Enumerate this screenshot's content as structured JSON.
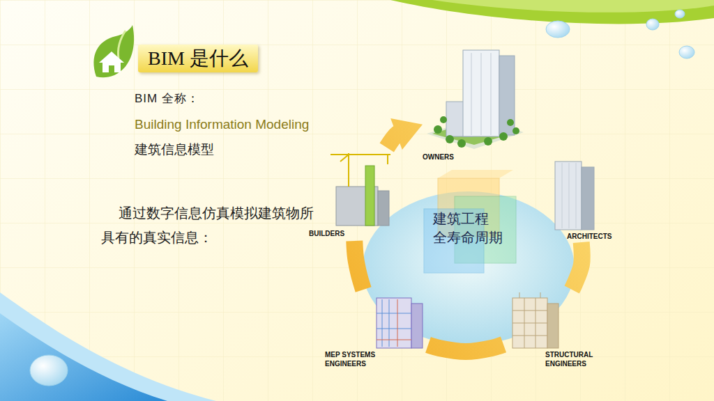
{
  "diagram": {
    "title": "BIM 是什么",
    "nodes": [
      {
        "text": [
          "OWNERS"
        ]
      },
      {
        "text": [
          "BUILDERS"
        ]
      },
      {
        "text": [
          "建筑工程 全寿命周期"
        ]
      },
      {
        "text": [
          "ARCHITECTS"
        ]
      },
      {
        "text": [
          "MEP SYSTEMS ENGINEERS"
        ]
      },
      {
        "text": [
          "STRUCTURAL ENGINEERS"
        ]
      }
    ],
    "edges": [
      {
        "from": 3,
        "to": 5,
        "arrow": "none"
      },
      {
        "from": 5,
        "to": 4,
        "arrow": "none"
      },
      {
        "from": 4,
        "to": 1,
        "arrow": "none"
      },
      {
        "from": 1,
        "to": 0,
        "arrow": "to"
      }
    ],
    "labels": [
      "BIM 全称：",
      "Building Information Modeling",
      "建筑信息模型",
      "通过数字信息仿真模拟建筑物所具有的真实信息："
    ]
  }
}
